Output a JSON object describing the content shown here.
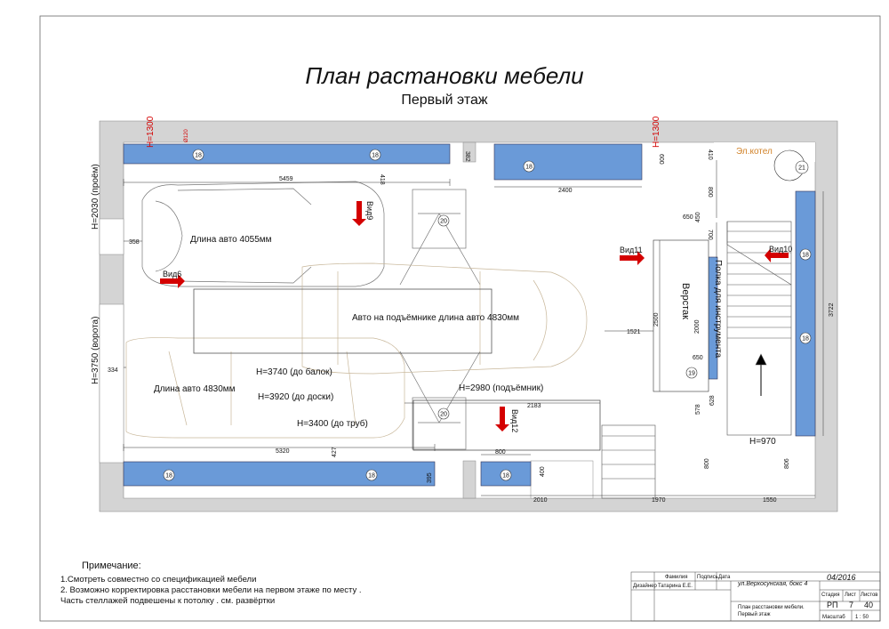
{
  "title": "План растановки мебели",
  "subtitle": "Первый этаж",
  "colors": {
    "furniture": "#6a9ad8",
    "arrow": "#d40000",
    "dim": "#222222",
    "boiler": "#d2832a"
  },
  "furniture": [
    {
      "id": "left-top-shelf",
      "labels": [
        "18",
        "18"
      ]
    },
    {
      "id": "mid-top-shelf",
      "labels": [
        "18"
      ]
    },
    {
      "id": "right-shelf",
      "labels": [
        "18",
        "18"
      ]
    },
    {
      "id": "bottom-left-shelf",
      "labels": [
        "18",
        "18"
      ]
    },
    {
      "id": "bottom-small-shelf",
      "labels": [
        "18"
      ]
    },
    {
      "id": "tool-shelf",
      "label": "Полка для инструмента"
    }
  ],
  "cars": {
    "car1": "Длина авто 4055мм",
    "car2": "Авто на подъёмнике длина авто 4830мм",
    "car3": "Длина авто 4830мм"
  },
  "labels": {
    "workbench": "Верстак",
    "boiler": "Эл.котел",
    "boiler_num": "21",
    "lift_top": "20",
    "lift_bottom": "20",
    "pipe_num": "19",
    "h_beams": "Н=3740 (до балок)",
    "h_board": "Н=3920 (до доски)",
    "h_pipes": "Н=3400 (до труб)",
    "h_lift": "Н=2980 (подъёмник)",
    "h_opening": "Н=2030 (проём)",
    "h_gate": "Н=3750 (ворота)",
    "h_970": "Н=970",
    "h1300a": "Н=1300",
    "h1300b": "Н=1300",
    "d120": "Ø120"
  },
  "views": {
    "v6": "Вид6",
    "v9": "Вид9",
    "v10": "Вид10",
    "v11": "Вид11",
    "v12": "Вид12"
  },
  "dims": {
    "d5459": "5459",
    "d382": "382",
    "d418": "418",
    "d358": "358",
    "d600": "600",
    "d410": "410",
    "d2400": "2400",
    "d800a": "800",
    "d650a": "650",
    "d450": "450",
    "d700": "700",
    "d2500": "2500",
    "d2000": "2000",
    "d1521": "1521",
    "d650b": "650",
    "d3722": "3722",
    "d334": "334",
    "d578": "578",
    "d628": "628",
    "d2183": "2183",
    "d5320": "5320",
    "d427": "427",
    "d395": "395",
    "d800b": "800",
    "d400": "400",
    "d800c": "800",
    "d806": "806",
    "d2010": "2010",
    "d1970": "1970",
    "d1550": "1550"
  },
  "notes": {
    "heading": "Примечание:",
    "n1": "1.Смотреть совместно со спецификацией мебели",
    "n2": "2. Возможно корректировка расстановки мебели на первом этаже  по месту .",
    "n3": "Часть стеллажей подвешены к потолку . см. развёртки"
  },
  "stamp": {
    "h1": "Фамилия",
    "h2": "Подпись",
    "h3": "Дата",
    "role": "Дизайнер",
    "name": "Татарина Е.Е.",
    "address": "ул.Верхосунская, бокс 4",
    "date": "04/2016",
    "c_stage": "Стадия",
    "c_sheet": "Лист",
    "c_sheets": "Листов",
    "stage": "РП",
    "sheet": "7",
    "sheets": "40",
    "doc": "План расстановки мебели.",
    "doc2": "Первый этаж",
    "scale_label": "Масштаб",
    "scale": "1 : 50"
  }
}
